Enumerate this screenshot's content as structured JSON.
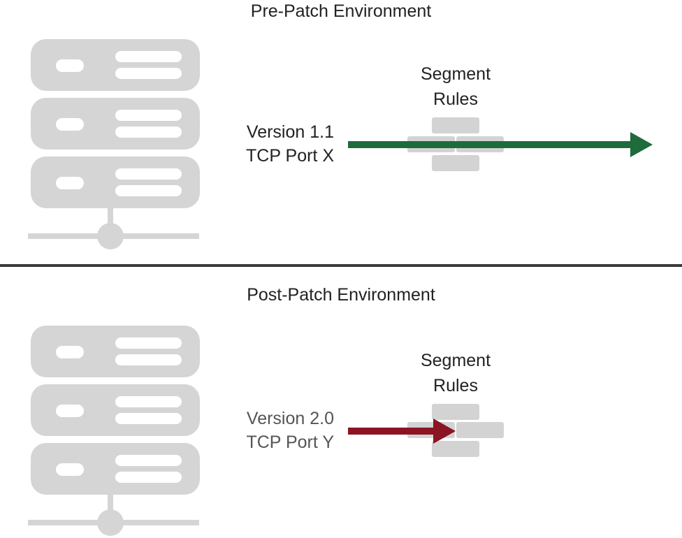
{
  "panels": [
    {
      "heading": "Pre-Patch Environment",
      "version": "Version 1.1",
      "port": "TCP Port X",
      "rules_line1": "Segment",
      "rules_line2": "Rules",
      "arrow_color": "#1e6b3b",
      "label_color": "#222222",
      "outcome": "passes"
    },
    {
      "heading": "Post-Patch Environment",
      "version": "Version 2.0",
      "port": "TCP Port Y",
      "rules_line1": "Segment",
      "rules_line2": "Rules",
      "arrow_color": "#8b1522",
      "label_color": "#555555",
      "outcome": "blocked"
    }
  ],
  "colors": {
    "server": "#d5d5d5",
    "server_detail": "#ffffff",
    "rule_block": "#d3d3d3",
    "divider": "#3a3a3a"
  },
  "icons": [
    "server-icon",
    "segment-rules-icon",
    "arrow-icon"
  ]
}
